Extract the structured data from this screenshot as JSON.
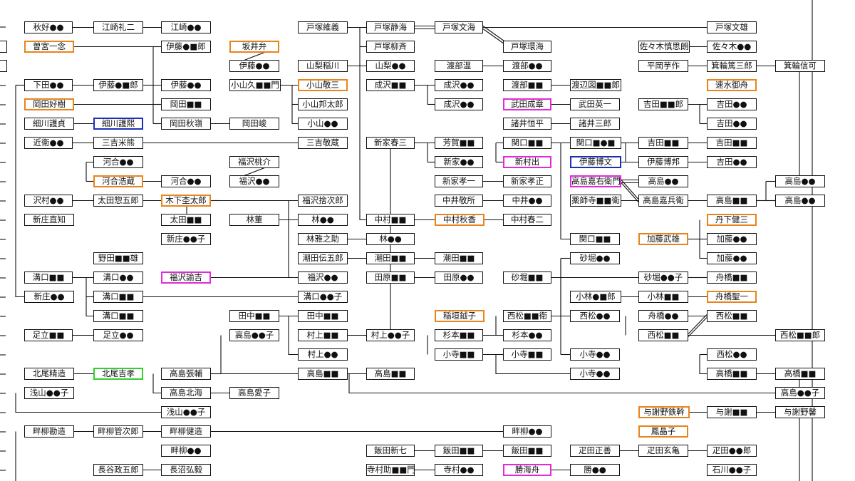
{
  "colors": {
    "line": "#111111",
    "orange": "#e8841c",
    "blue": "#1f2fb5",
    "magenta": "#e22ad6",
    "green": "#2fd02a"
  },
  "nodes": [
    {
      "id": "akiyoshi",
      "label": "秋好●●"
    },
    {
      "id": "ezaki_reiji",
      "label": "江崎礼二"
    },
    {
      "id": "ezaki",
      "label": "江崎●●"
    },
    {
      "id": "totsuka_ishi",
      "label": "戸塚維義"
    },
    {
      "id": "totsuka_seikai",
      "label": "戸塚静海"
    },
    {
      "id": "totsuka_bunkai",
      "label": "戸塚文海"
    },
    {
      "id": "totsuka_bunyu",
      "label": "戸塚文雄"
    },
    {
      "id": "somiya",
      "label": "曽宮一念",
      "color": "orange"
    },
    {
      "id": "ito_1",
      "label": "伊藤●■郎"
    },
    {
      "id": "sakai",
      "label": "坂井弁",
      "color": "orange"
    },
    {
      "id": "totsuka_ryusai",
      "label": "戸塚柳斉"
    },
    {
      "id": "totsuka_kankai",
      "label": "戸塚環海"
    },
    {
      "id": "sasaki_shinshiro",
      "label": "佐々木慎思朗"
    },
    {
      "id": "sasaki_2",
      "label": "佐々木●●"
    },
    {
      "id": "ito_2",
      "label": "伊藤●●"
    },
    {
      "id": "yamanashi_inagawa",
      "label": "山梨稲川"
    },
    {
      "id": "yamanashi",
      "label": "山梨●●"
    },
    {
      "id": "watanabe_on",
      "label": "渡部温"
    },
    {
      "id": "watanabe",
      "label": "渡部●●"
    },
    {
      "id": "hiraoka",
      "label": "平岡芋作"
    },
    {
      "id": "minowa_saburo",
      "label": "箕輪篤三郎"
    },
    {
      "id": "minowa_shinka",
      "label": "箕輪信可"
    },
    {
      "id": "shimoda",
      "label": "下田●●"
    },
    {
      "id": "ito_3",
      "label": "伊藤●■郎"
    },
    {
      "id": "ito_4",
      "label": "伊藤●●"
    },
    {
      "id": "koyama_hisa",
      "label": "小山久■■門"
    },
    {
      "id": "koyama_keizo",
      "label": "小山敬三",
      "color": "orange"
    },
    {
      "id": "narusawa_1",
      "label": "成沢■■"
    },
    {
      "id": "narusawa_2",
      "label": "成沢●●"
    },
    {
      "id": "watanabe_2",
      "label": "渡部■■"
    },
    {
      "id": "watanabe_zu",
      "label": "渡辺図■■郎"
    },
    {
      "id": "hayami",
      "label": "速水御舟",
      "color": "orange"
    },
    {
      "id": "okada_yoshiki",
      "label": "岡田好樹",
      "color": "orange"
    },
    {
      "id": "okada_1",
      "label": "岡田■■"
    },
    {
      "id": "koyama_hotaro",
      "label": "小山邦太郎"
    },
    {
      "id": "narusawa_3",
      "label": "成沢●●"
    },
    {
      "id": "takeda_seisho",
      "label": "武田成章",
      "color": "magenta"
    },
    {
      "id": "takeda_eiichi",
      "label": "武田英一"
    },
    {
      "id": "yoshida_1",
      "label": "吉田■■郎"
    },
    {
      "id": "yoshida_2",
      "label": "吉田●●"
    },
    {
      "id": "hosokawa_gotei",
      "label": "細川護貞"
    },
    {
      "id": "hosokawa_morihiro",
      "label": "細川護熙",
      "color": "blue"
    },
    {
      "id": "okada_akihide",
      "label": "岡田秋嶺"
    },
    {
      "id": "okada_shun",
      "label": "岡田峻"
    },
    {
      "id": "koyama_2",
      "label": "小山●●"
    },
    {
      "id": "moroi_tsunehira",
      "label": "諸井恒平"
    },
    {
      "id": "moroi_saburo",
      "label": "諸井三郎"
    },
    {
      "id": "yoshida_3",
      "label": "吉田●●"
    },
    {
      "id": "konoe",
      "label": "近衛●●"
    },
    {
      "id": "miyoshi_yone",
      "label": "三吉米熊"
    },
    {
      "id": "miyoshi_keizo",
      "label": "三吉敬蔵"
    },
    {
      "id": "shinya_shunzo",
      "label": "新家春三"
    },
    {
      "id": "haga",
      "label": "芳賀■■"
    },
    {
      "id": "sekiguchi_1",
      "label": "関口■■"
    },
    {
      "id": "sekiguchi_2",
      "label": "関口■●■"
    },
    {
      "id": "yoshida_4",
      "label": "吉田■■"
    },
    {
      "id": "yoshida_5",
      "label": "吉田■■"
    },
    {
      "id": "kawai_1",
      "label": "河合●●"
    },
    {
      "id": "fukuzawa_momosuke",
      "label": "福沢桃介"
    },
    {
      "id": "shinya_1",
      "label": "新家●●"
    },
    {
      "id": "shinmura_izuru",
      "label": "新村出",
      "color": "magenta"
    },
    {
      "id": "ito_hirobumi",
      "label": "伊藤博文",
      "color": "blue"
    },
    {
      "id": "ito_hirokuni",
      "label": "伊藤博邦"
    },
    {
      "id": "yoshida_6",
      "label": "吉田●●"
    },
    {
      "id": "kawai_kozo",
      "label": "河合浩蔵",
      "color": "orange"
    },
    {
      "id": "kawai_2",
      "label": "河合●●"
    },
    {
      "id": "fukuzawa_1",
      "label": "福沢●●"
    },
    {
      "id": "shinya_koichi",
      "label": "新家孝一"
    },
    {
      "id": "shinya_kosei",
      "label": "新家孝正"
    },
    {
      "id": "takashima_kaemon",
      "label": "高島嘉右衛門",
      "color": "magenta"
    },
    {
      "id": "takashima_1",
      "label": "高島●●"
    },
    {
      "id": "takashima_2",
      "label": "高島●●"
    },
    {
      "id": "sawamura",
      "label": "沢村●●"
    },
    {
      "id": "ota_sogoro",
      "label": "太田惣五郎"
    },
    {
      "id": "kinoshita",
      "label": "木下杢太郎",
      "color": "orange"
    },
    {
      "id": "fukuzawa_sutejiro",
      "label": "福沢捨次郎"
    },
    {
      "id": "nakai_keisho",
      "label": "中井敬所"
    },
    {
      "id": "nakai_1",
      "label": "中井●●"
    },
    {
      "id": "yakushiji",
      "label": "薬師寺■■衛"
    },
    {
      "id": "takashima_kahei",
      "label": "高島嘉兵衛"
    },
    {
      "id": "takashima_3",
      "label": "高島■■"
    },
    {
      "id": "takashima_4",
      "label": "高島●●"
    },
    {
      "id": "shinjo_naotomo",
      "label": "新庄直知"
    },
    {
      "id": "ota_1",
      "label": "太田■■"
    },
    {
      "id": "hayashi_kaoru",
      "label": "林董"
    },
    {
      "id": "hayashi_1",
      "label": "林●●"
    },
    {
      "id": "nakamura_1",
      "label": "中村■■"
    },
    {
      "id": "nakamura_shuka",
      "label": "中村秋香",
      "color": "orange"
    },
    {
      "id": "nakamura_haruji",
      "label": "中村春二"
    },
    {
      "id": "tange_kenzo",
      "label": "丹下健三",
      "color": "orange"
    },
    {
      "id": "shinjo_2",
      "label": "新庄●●子"
    },
    {
      "id": "hayashi_masanosuke",
      "label": "林雅之助"
    },
    {
      "id": "hayashi_2",
      "label": "林●●"
    },
    {
      "id": "sekiguchi_3",
      "label": "関口■■"
    },
    {
      "id": "kato_takeo",
      "label": "加藤武雄",
      "color": "orange"
    },
    {
      "id": "kato_1",
      "label": "加藤●●"
    },
    {
      "id": "noda_1",
      "label": "野田■■雄"
    },
    {
      "id": "shiota_dengoro",
      "label": "潮田伝五郎"
    },
    {
      "id": "shiota_1",
      "label": "潮田■■"
    },
    {
      "id": "shiota_2",
      "label": "潮田■■"
    },
    {
      "id": "sunahori_1",
      "label": "砂堀●●"
    },
    {
      "id": "kato_2",
      "label": "加藤●●"
    },
    {
      "id": "mizoguchi_1",
      "label": "溝口■■"
    },
    {
      "id": "mizoguchi_2",
      "label": "溝口●●"
    },
    {
      "id": "fukuzawa_yukichi",
      "label": "福沢諭吉",
      "color": "magenta"
    },
    {
      "id": "fukuzawa_2",
      "label": "福沢●●"
    },
    {
      "id": "tahara_1",
      "label": "田原■■"
    },
    {
      "id": "tahara_2",
      "label": "田原●●"
    },
    {
      "id": "sunahori_2",
      "label": "砂堀■■"
    },
    {
      "id": "sunahori_3",
      "label": "砂堀●●子"
    },
    {
      "id": "funahashi_1",
      "label": "舟橋■■"
    },
    {
      "id": "shinjo_3",
      "label": "新庄●●"
    },
    {
      "id": "mizoguchi_3",
      "label": "溝口■■"
    },
    {
      "id": "mizoguchi_4",
      "label": "溝口●●子"
    },
    {
      "id": "kobayashi_1",
      "label": "小林●■郎"
    },
    {
      "id": "kobayashi_2",
      "label": "小林■■"
    },
    {
      "id": "funahashi_seiichi",
      "label": "舟橋聖一",
      "color": "orange"
    },
    {
      "id": "tanaka_1",
      "label": "田中■■"
    },
    {
      "id": "tanaka_2",
      "label": "田中■■"
    },
    {
      "id": "inagaki",
      "label": "稲垣鉞子",
      "color": "orange"
    },
    {
      "id": "nishimatsu_1",
      "label": "西松■■衛"
    },
    {
      "id": "nishimatsu_2",
      "label": "西松●●"
    },
    {
      "id": "funahashi_2",
      "label": "舟橋●●"
    },
    {
      "id": "nishimatsu_3",
      "label": "西松■■"
    },
    {
      "id": "mizoguchi_5",
      "label": "溝口■■"
    },
    {
      "id": "adachi_1",
      "label": "足立■■"
    },
    {
      "id": "adachi_2",
      "label": "足立●●"
    },
    {
      "id": "takashima_5",
      "label": "高島●●子"
    },
    {
      "id": "murakami_1",
      "label": "村上■■"
    },
    {
      "id": "murakami_2",
      "label": "村上●●子"
    },
    {
      "id": "sugimoto_1",
      "label": "杉本■■"
    },
    {
      "id": "sugimoto_2",
      "label": "杉本●●"
    },
    {
      "id": "nishimatsu_4",
      "label": "西松■■"
    },
    {
      "id": "nishimatsu_5",
      "label": "西松■■郎"
    },
    {
      "id": "murakami_3",
      "label": "村上●●"
    },
    {
      "id": "kodera_1",
      "label": "小寺■■"
    },
    {
      "id": "kodera_2",
      "label": "小寺■■"
    },
    {
      "id": "kodera_3",
      "label": "小寺●●"
    },
    {
      "id": "nishimatsu_6",
      "label": "西松●●"
    },
    {
      "id": "kitao_seizo",
      "label": "北尾精造"
    },
    {
      "id": "kitao_kichiko",
      "label": "北尾吉孝",
      "color": "green"
    },
    {
      "id": "takashima_chosuke",
      "label": "高島張輔"
    },
    {
      "id": "takashima_6",
      "label": "高島■■"
    },
    {
      "id": "takashima_7",
      "label": "高島■■"
    },
    {
      "id": "kodera_4",
      "label": "小寺●●"
    },
    {
      "id": "takahashi_1",
      "label": "高橋■■"
    },
    {
      "id": "takahashi_2",
      "label": "高橋■■"
    },
    {
      "id": "asayama_1",
      "label": "浅山●●子"
    },
    {
      "id": "takashima_hokkai",
      "label": "高島北海"
    },
    {
      "id": "takashima_aiko",
      "label": "高島愛子"
    },
    {
      "id": "takashima_8",
      "label": "高島●●子"
    },
    {
      "id": "asayama_2",
      "label": "浅山●●子"
    },
    {
      "id": "yosano_tekkan",
      "label": "与謝野鉄幹",
      "color": "orange"
    },
    {
      "id": "yosano_1",
      "label": "与謝■■"
    },
    {
      "id": "yosano_kaoru",
      "label": "与謝野馨"
    },
    {
      "id": "azeyanagi_kanzo",
      "label": "畔柳勘造"
    },
    {
      "id": "azeyanagi_kanjiro",
      "label": "畔柳管次郎"
    },
    {
      "id": "azeyanagi_kenzo",
      "label": "畔柳健造"
    },
    {
      "id": "azeyanagi_1",
      "label": "畔柳●●"
    },
    {
      "id": "akiko",
      "label": "鳳晶子",
      "color": "orange"
    },
    {
      "id": "azeyanagi_2",
      "label": "畔柳●●"
    },
    {
      "id": "iida_shinshichi",
      "label": "飯田新七"
    },
    {
      "id": "iida_1",
      "label": "飯田■■"
    },
    {
      "id": "iida_2",
      "label": "飯田■■"
    },
    {
      "id": "sadata_masayoshi",
      "label": "疋田正善"
    },
    {
      "id": "sadata_genki",
      "label": "疋田玄亀"
    },
    {
      "id": "sadata_1",
      "label": "疋田●●郎"
    },
    {
      "id": "hasegawa_gogoro",
      "label": "長谷政五郎"
    },
    {
      "id": "hasenuma",
      "label": "長沼弘毅"
    },
    {
      "id": "teramura_suke",
      "label": "寺村助■■門"
    },
    {
      "id": "teramura_1",
      "label": "寺村●●"
    },
    {
      "id": "katsu_kaishu",
      "label": "勝海舟",
      "color": "magenta"
    },
    {
      "id": "katsu_1",
      "label": "勝●●"
    },
    {
      "id": "ishikawa_1",
      "label": "石川●●子"
    },
    {
      "id": "edge_a",
      "label": "●●"
    },
    {
      "id": "edge_b",
      "label": "■●"
    }
  ]
}
